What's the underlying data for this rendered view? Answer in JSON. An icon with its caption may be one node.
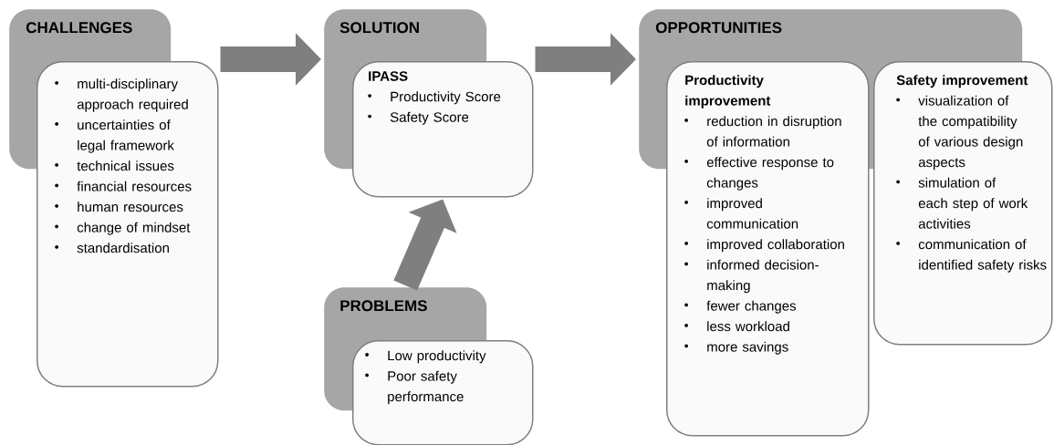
{
  "diagram": {
    "nodes": [
      {
        "text": [
          "CHALLENGES",
          "multi-disciplinary approach required",
          "uncertainties of legal framework",
          "technical issues",
          "financial resources",
          "human resources",
          "change of mindset",
          "standardisation"
        ]
      },
      {
        "text": [
          "SOLUTION",
          "IPASS",
          "Productivity Score",
          "Safety Score"
        ]
      },
      {
        "text": [
          "PROBLEMS",
          "Low productivity",
          "Poor safety performance"
        ]
      },
      {
        "text": [
          "OPPORTUNITIES",
          "Productivity improvement",
          "reduction in disruption of information",
          "effective response to changes",
          "improved communication",
          "improved collaboration",
          "informed decision-making",
          "fewer changes",
          "less workload",
          "more savings",
          "Safety improvement",
          "visualization of the compatibility of various design aspects",
          "simulation of each step of work activities",
          "communication of identified safety risks"
        ]
      }
    ],
    "edges": [
      {
        "from": 0,
        "to": 1,
        "arrow": "to"
      },
      {
        "from": 1,
        "to": 3,
        "arrow": "to"
      },
      {
        "from": 2,
        "to": 1,
        "arrow": "to"
      }
    ]
  }
}
